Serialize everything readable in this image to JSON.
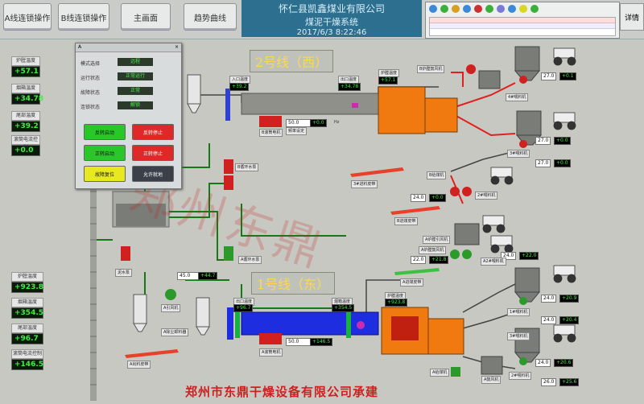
{
  "nav": {
    "btn_a": "A线连锁操作",
    "btn_b": "B线连锁操作",
    "btn_main": "主画面",
    "btn_trend": "趋势曲线",
    "btn_detail": "详情"
  },
  "header": {
    "company": "怀仁县凯鑫煤业有限公司",
    "system": "煤泥干燥系统",
    "datetime": "2017/6/3 8:22:46"
  },
  "left_panels": [
    {
      "label": "炉膛温度",
      "value": "+57.1"
    },
    {
      "label": "烟箱温度",
      "value": "+34.78"
    },
    {
      "label": "尾部温度",
      "value": "+39.2"
    },
    {
      "label": "滚筒电流控制",
      "value": "+0.0"
    },
    {
      "label": "炉膛温度",
      "value": "+923.8"
    },
    {
      "label": "烟箱温度",
      "value": "+354.5"
    },
    {
      "label": "尾部温度",
      "value": "+96.7"
    },
    {
      "label": "滚筒电流控制",
      "value": "+146.5"
    }
  ],
  "dialog": {
    "title": "A",
    "rows": [
      {
        "label": "模式选择",
        "value": "远程"
      },
      {
        "label": "运行状态",
        "value": "正常运行"
      },
      {
        "label": "故障状态",
        "value": "正常"
      },
      {
        "label": "连锁状态",
        "value": "解锁"
      }
    ],
    "buttons": {
      "fwd_start": "反转启动",
      "fwd_stop": "反转停止",
      "rev_start": "正转启动",
      "rev_stop": "正转停止",
      "reset": "故障复位",
      "allow": "允许就地"
    }
  },
  "line2": {
    "title": "2号线（西）",
    "inlet_temp": "+39.2",
    "outlet_temp": "+34.78",
    "furnace_temp": "+57.1",
    "drum_speed": "50.0",
    "drum_speed_val": "+0.0",
    "freq": "Hz",
    "freq_set": "频率设定"
  },
  "line1": {
    "title": "1号线（东）",
    "inlet_temp": "+96.7",
    "outlet_temp": "+354.5",
    "furnace_temp": "+923.8",
    "drum_speed": "50.0",
    "drum_speed_val": "+146.5",
    "feed": "45.0",
    "feed_val": "+44.7"
  },
  "labels": {
    "b_drum_motor": "B滚筒电机",
    "b_fan": "B鼓风机",
    "b_cyc_pump": "B循环水泵",
    "a_cyc_pump": "A循环水泵",
    "a_fan": "A引风机",
    "a_bag": "A除尘卸料器",
    "a_drum_motor": "A滚筒电机",
    "a_out_belt": "A出料皮带",
    "mud_pump": "泥水泵",
    "b3_belt": "3#进料皮带",
    "b_nearby": "B进煤皮带",
    "a_nearby": "A进煤皮带",
    "b_bag_fan": "B炉膛鼓风机",
    "a_bag_fan": "A炉膛鼓风机",
    "a_blower": "A炉膛引风机",
    "b_coal_feeder": "B给煤机",
    "a_coal_feeder": "A给煤机",
    "dust_fan": "A鼓风机",
    "b2": "2#喂料机",
    "b3": "3#喂料机",
    "b4": "4#喂料机",
    "a1": "1#喂料机",
    "a2": "2#喂料机",
    "a3": "3#喂料机",
    "a4": "A2#喂料机"
  },
  "feeders": [
    {
      "sp": "27.0",
      "val": "+0.1"
    },
    {
      "sp": "27.0",
      "val": "+0.0"
    },
    {
      "sp": "27.0",
      "val": "+0.0"
    },
    {
      "sp": "24.0",
      "val": "+0.0"
    },
    {
      "sp": "22.0",
      "val": "+21.8"
    },
    {
      "sp": "24.0",
      "val": "+22.0"
    },
    {
      "sp": "24.0",
      "val": "+20.9"
    },
    {
      "sp": "24.0",
      "val": "+20.4"
    },
    {
      "sp": "24.0",
      "val": "+20.6"
    },
    {
      "sp": "26.0",
      "val": "+25.6"
    }
  ],
  "footer": "郑州市东鼎干燥设备有限公司承建",
  "watermark": "郑州东鼎",
  "colors": {
    "furnace": "#f07a10",
    "drum_blue": "#1f2de0",
    "pipe_red": "#e02020",
    "pipe_green": "#157a15",
    "value_green": "#3df03d"
  }
}
